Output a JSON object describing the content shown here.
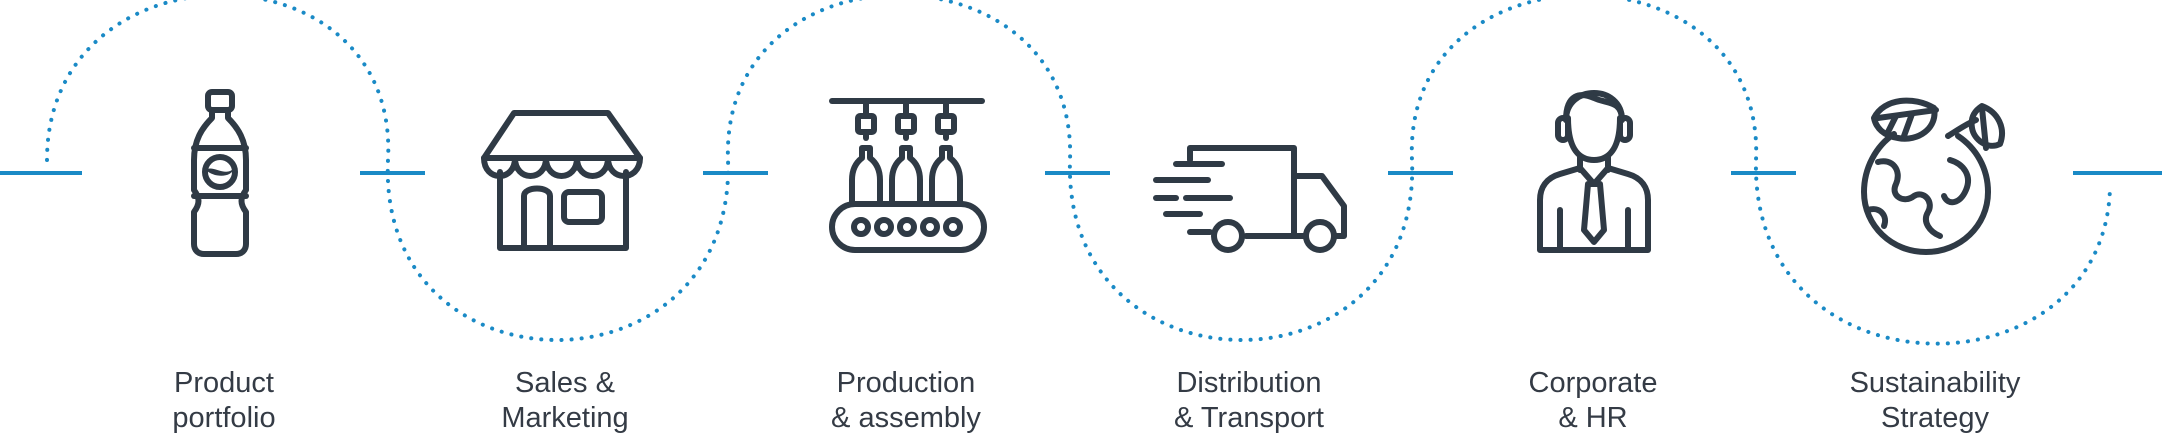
{
  "colors": {
    "accent": "#1a8ac6",
    "icon": "#2f3a45",
    "text": "#343b45"
  },
  "steps": [
    {
      "icon": "soda-bottle-icon",
      "line1": "Product",
      "line2": "portfolio"
    },
    {
      "icon": "storefront-icon",
      "line1": "Sales &",
      "line2": "Marketing"
    },
    {
      "icon": "bottling-line-icon",
      "line1": "Production",
      "line2": "& assembly"
    },
    {
      "icon": "delivery-truck-icon",
      "line1": "Distribution",
      "line2": "& Transport"
    },
    {
      "icon": "businessman-icon",
      "line1": "Corporate",
      "line2": "& HR"
    },
    {
      "icon": "globe-leaves-icon",
      "line1": "Sustainability",
      "line2": "Strategy"
    }
  ]
}
